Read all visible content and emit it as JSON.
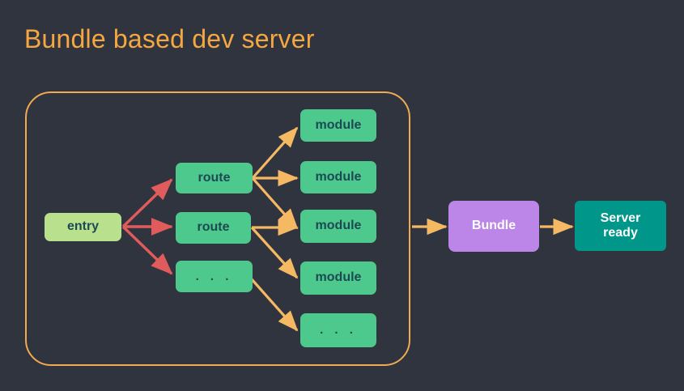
{
  "title": "Bundle based dev server",
  "colors": {
    "background": "#30343f",
    "title": "#f5a742",
    "group_border": "#f0aa4f",
    "entry_fill": "#b9e08c",
    "node_fill": "#4ec98d",
    "node_text": "#1c4a52",
    "bundle_fill": "#bb86e8",
    "server_fill": "#00968a",
    "arrow_red": "#e05c5c",
    "arrow_orange": "#f5b963"
  },
  "nodes": {
    "entry": {
      "label": "entry"
    },
    "routes": [
      {
        "label": "route"
      },
      {
        "label": "route"
      },
      {
        "label": ". . ."
      }
    ],
    "modules": [
      {
        "label": "module"
      },
      {
        "label": "module"
      },
      {
        "label": "module"
      },
      {
        "label": "module"
      },
      {
        "label": ". . ."
      }
    ],
    "bundle": {
      "label": "Bundle"
    },
    "server": {
      "label": "Server\nready"
    }
  },
  "edges": [
    {
      "from": "entry",
      "to": "route-1",
      "color": "red"
    },
    {
      "from": "entry",
      "to": "route-2",
      "color": "red"
    },
    {
      "from": "entry",
      "to": "route-3",
      "color": "red"
    },
    {
      "from": "route-1",
      "to": "module-1",
      "color": "orange"
    },
    {
      "from": "route-1",
      "to": "module-2",
      "color": "orange"
    },
    {
      "from": "route-1",
      "to": "module-3",
      "color": "orange"
    },
    {
      "from": "route-2",
      "to": "module-3",
      "color": "orange"
    },
    {
      "from": "route-2",
      "to": "module-4",
      "color": "orange"
    },
    {
      "from": "route-3",
      "to": "module-5",
      "color": "orange"
    },
    {
      "from": "group",
      "to": "bundle",
      "color": "orange"
    },
    {
      "from": "bundle",
      "to": "server",
      "color": "orange"
    }
  ]
}
